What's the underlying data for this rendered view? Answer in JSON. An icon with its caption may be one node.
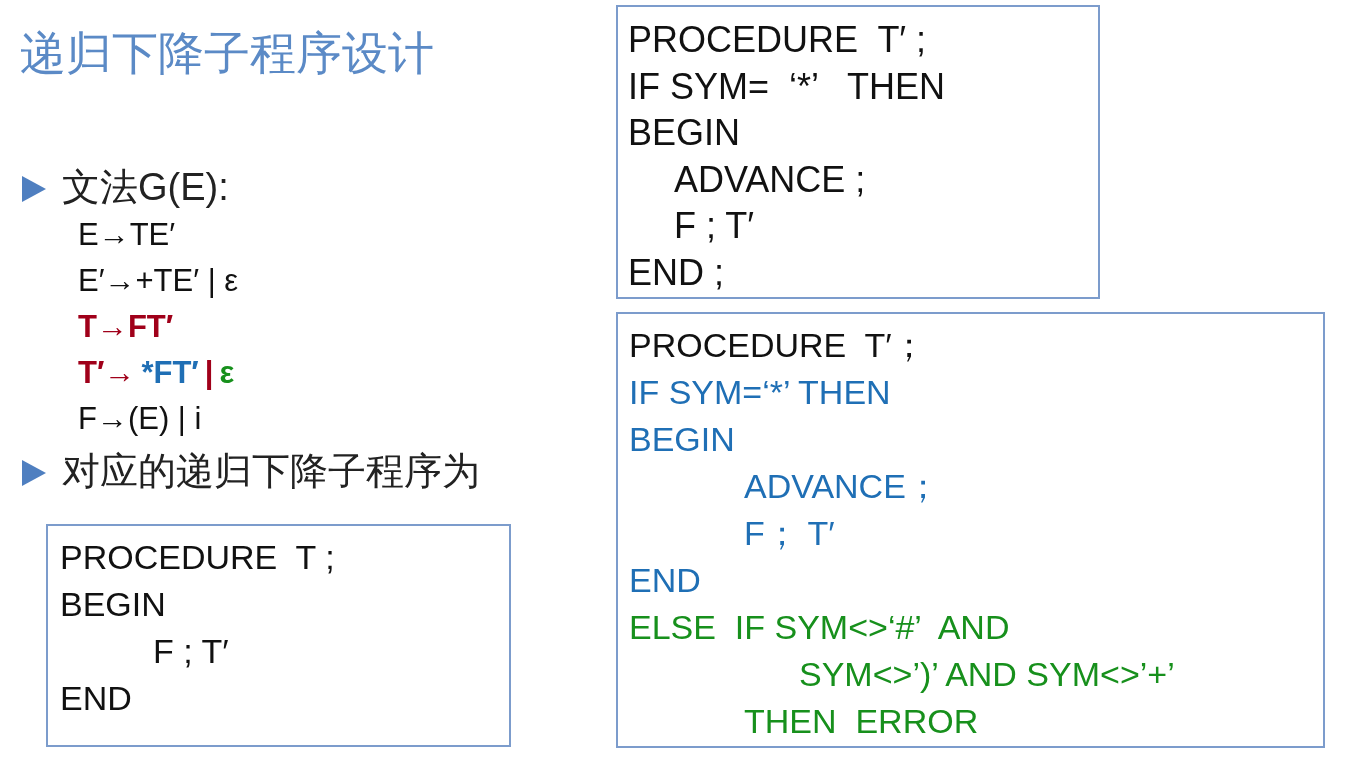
{
  "diagram": {
    "title": "递归下降子程序设计",
    "nodes": [
      {
        "text": [
          "PROCEDURE  T′ ;",
          "IF SYM=  ‘*’   THEN",
          "BEGIN",
          "ADVANCE ;",
          "F ; T′",
          "END ;"
        ]
      },
      {
        "text": [
          "PROCEDURE  T′；",
          "IF SYM=‘*’ THEN",
          "BEGIN",
          "ADVANCE；",
          "F； T′",
          "END",
          "ELSE  IF SYM<>‘#’  AND",
          "SYM<>’)’ AND SYM<>’+’",
          "THEN  ERROR"
        ]
      },
      {
        "text": [
          "PROCEDURE  T ;",
          "BEGIN",
          "F ; T′",
          "END"
        ]
      }
    ],
    "labels": [
      "文法G(E):",
      "E→TE′",
      "E′→+TE′ | ε",
      "T→FT′",
      "T′→",
      "*FT′",
      "|",
      "ε",
      "F→(E) | i",
      "对应的递归下降子程序为"
    ]
  }
}
